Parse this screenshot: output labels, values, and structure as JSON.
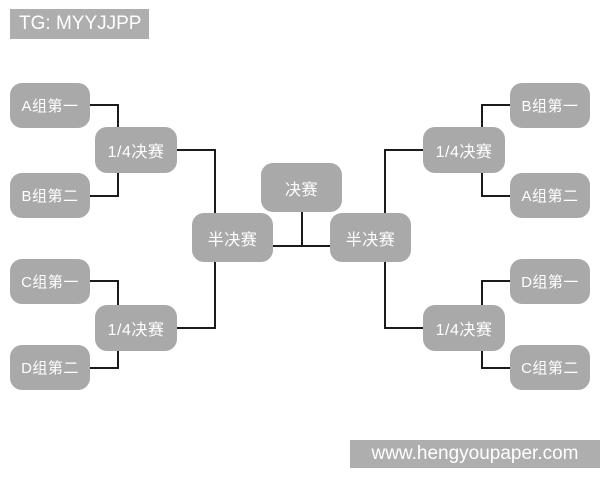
{
  "header": {
    "tag_label": "TG: MYYJJPP"
  },
  "footer": {
    "watermark_text": "www.hengyoupaper.com"
  },
  "colors": {
    "background": "#ffffff",
    "node_fill": "#a9a9a9",
    "banner_fill": "#aeaeae",
    "text_color": "#ffffff",
    "connector_color": "#1b1b1b"
  },
  "bracket": {
    "final": {
      "label": "决赛"
    },
    "semifinals": [
      {
        "side": "left",
        "label": "半决赛"
      },
      {
        "side": "right",
        "label": "半决赛"
      }
    ],
    "quarterfinals": [
      {
        "position": "top-left",
        "label": "1/4决赛"
      },
      {
        "position": "bottom-left",
        "label": "1/4决赛"
      },
      {
        "position": "top-right",
        "label": "1/4决赛"
      },
      {
        "position": "bottom-right",
        "label": "1/4决赛"
      }
    ],
    "teams": [
      {
        "slot": "left-top-1",
        "label": "A组第一"
      },
      {
        "slot": "left-top-2",
        "label": "B组第二"
      },
      {
        "slot": "left-bottom-1",
        "label": "C组第一"
      },
      {
        "slot": "left-bottom-2",
        "label": "D组第二"
      },
      {
        "slot": "right-top-1",
        "label": "B组第一"
      },
      {
        "slot": "right-top-2",
        "label": "A组第二"
      },
      {
        "slot": "right-bottom-1",
        "label": "D组第一"
      },
      {
        "slot": "right-bottom-2",
        "label": "C组第二"
      }
    ]
  }
}
